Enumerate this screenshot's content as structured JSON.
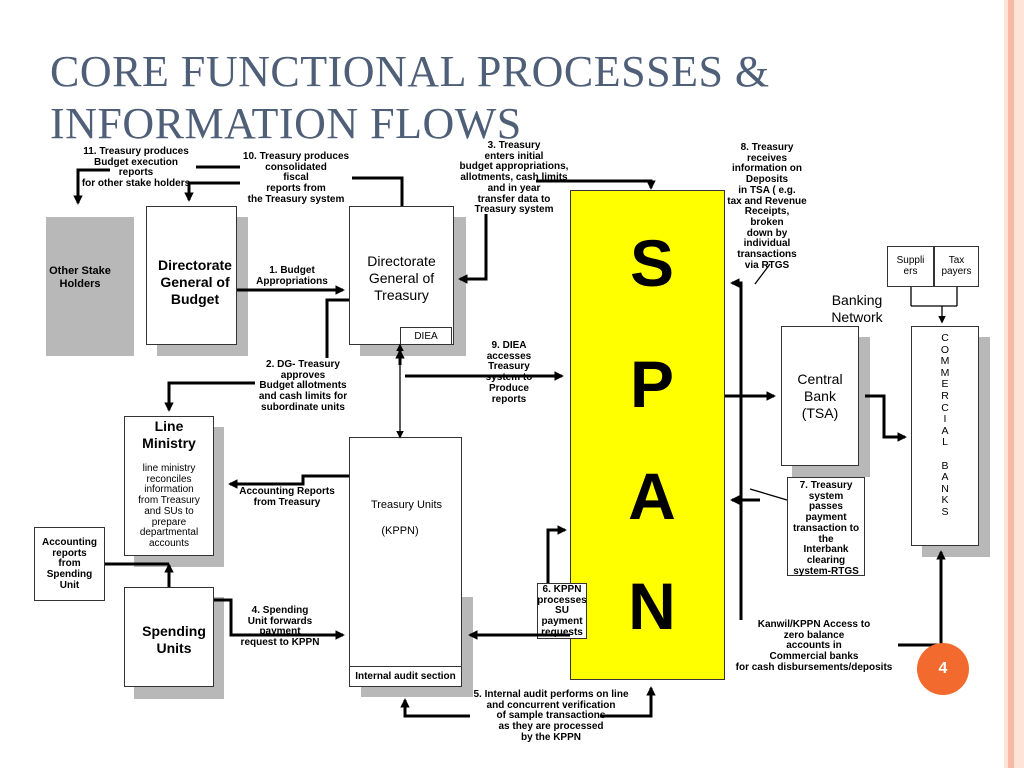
{
  "title": "CORE FUNCTIONAL PROCESSES &\nINFORMATION FLOWS",
  "colors": {
    "accent_stripe": "#f7b9a3",
    "span_fill": "#ffff00",
    "badge": "#f26a2e",
    "title": "#4f5f78"
  },
  "nodes": {
    "other_stake_holders": "Other Stake\nHolders",
    "dg_budget": "Directorate\nGeneral of\nBudget",
    "dg_treasury": "Directorate\nGeneral of\nTreasury",
    "diea": "DIEA",
    "line_ministry_title": "Line\nMinistry",
    "line_ministry_desc": "line ministry\nreconciles\ninformation\nfrom Treasury\nand SUs to\nprepare\ndepartmental\naccounts",
    "accounting_reports_box": "Accounting\nreports\nfrom\nSpending\nUnit",
    "spending_units": "Spending\nUnits",
    "treasury_units": "Treasury Units",
    "kppn": "(KPPN)",
    "internal_audit": "Internal audit section",
    "span_letters": [
      "S",
      "P",
      "A",
      "N"
    ],
    "central_bank": "Central\nBank\n(TSA)",
    "banking_network": "Banking\nNetwork",
    "suppliers": "Suppli\ners",
    "tax_payers": "Tax\npayers",
    "commercial_banks": "C\nO\nM\nM\nE\nR\nC\nI\nA\nL\n\nB\nA\nN\nK\nS"
  },
  "flows": {
    "f1": "1. Budget\nAppropriations",
    "f2": "2. DG- Treasury\napproves\nBudget allotments\nand cash limits for\nsubordinate units",
    "f3": "3. Treasury\nenters initial\nbudget appropriations,\nallotments, cash limits\nand in year\ntransfer data to\nTreasury system",
    "f4": "4. Spending\nUnit forwards\npayment\nrequest to KPPN",
    "f5": "5. Internal audit performs on line\nand concurrent verification\nof sample transactions\nas they are processed\nby the KPPN",
    "f6": "6. KPPN\nprocesses\nSU\npayment\nrequests",
    "f7": "7. Treasury\nsystem\npasses\npayment\ntransaction to\nthe\nInterbank\nclearing\nsystem-RTGS",
    "f8": "8. Treasury\nreceives\ninformation on\nDeposits\nin TSA ( e.g.\ntax and Revenue\nReceipts,\nbroken\ndown by\nindividual\ntransactions\nvia RTGS",
    "f9": "9. DIEA\naccesses\nTreasury\nsystem to\nProduce\nreports",
    "f10": "10. Treasury produces\nconsolidated\nfiscal\nreports from\nthe Treasury system",
    "f11": "11. Treasury produces\nBudget execution\nreports\nfor other stake holders",
    "accounting_reports_from_treasury": "Accounting Reports\nfrom Treasury",
    "kanwil_note": "Kanwil/KPPN Access to\nzero balance\naccounts in\nCommercial banks\nfor cash disbursements/deposits"
  },
  "page_number": "4"
}
